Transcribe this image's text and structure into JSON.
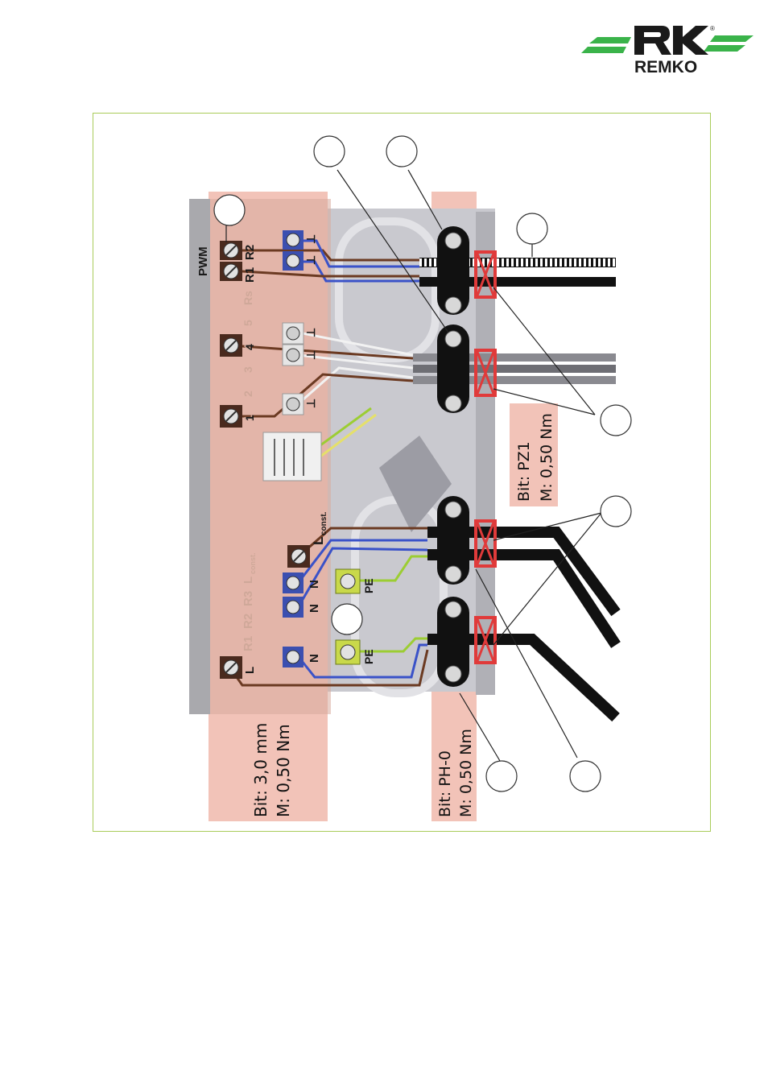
{
  "brand": {
    "name": "REMKO",
    "registered_mark": "®"
  },
  "board": {
    "pwm_label": "PWM",
    "terminals_top": [
      "R1",
      "R2"
    ],
    "ghost_labels": [
      "Rs",
      "5",
      "4",
      "3",
      "2",
      "1",
      "R1",
      "R2",
      "R3",
      "L"
    ],
    "ghost_sub": "const.",
    "upper_labels": [
      "4",
      "1"
    ],
    "blue_top": [
      "⊥",
      "⊥"
    ],
    "white_labels": [
      "⊥",
      "⊥",
      "⊥"
    ],
    "lower_labels": {
      "l_const_main": "L",
      "l_const_sub": "const.",
      "n_labels": [
        "N",
        "N",
        "N"
      ],
      "l_bottom": "L",
      "pe_labels": [
        "PE",
        "PE"
      ]
    }
  },
  "notes": {
    "left": {
      "bit": "Bit: 3,0 mm",
      "moment": "M: 0,50 Nm"
    },
    "middle": {
      "bit": "Bit: PH-0",
      "moment": "M: 0,50 Nm"
    },
    "right": {
      "bit": "Bit: PZ1",
      "moment": "M: 0,50 Nm"
    }
  },
  "colors": {
    "frame_border": "#a9cc5a",
    "logo_green": "#3ab34a",
    "logo_dark": "#1a1a1a",
    "highlight_band": "#f2c3b8",
    "terminal_brown": "#4a2a1e",
    "terminal_blue": "#3b4fb0",
    "terminal_white": "#e6e6e6",
    "terminal_yellow_green": "#c9d94a",
    "wire_brown": "#6b3a22",
    "wire_blue": "#3a52c8",
    "wire_yellowgreen": "#9ccd33",
    "gland_red": "#e03a3a",
    "cable_black": "#111111"
  }
}
